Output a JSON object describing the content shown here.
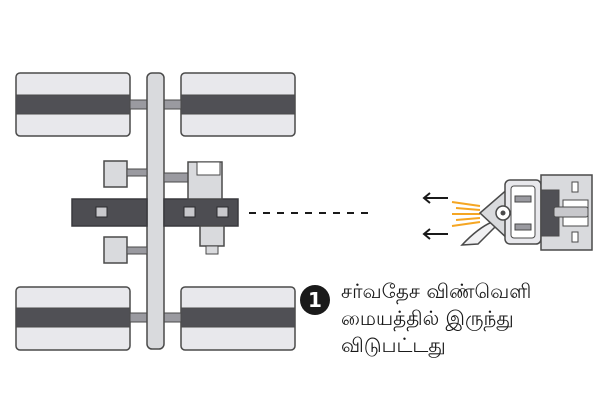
{
  "step": {
    "number": "1",
    "text_lines": [
      "சர்வதேச விண்வெளி",
      "மையத்தில் இருந்து",
      "விடுபட்டது"
    ]
  },
  "colors": {
    "outline": "#4a4a4a",
    "panel_light": "#e8e8ec",
    "panel_dark": "#505055",
    "station_light": "#d9dadd",
    "station_dark": "#4d4d52",
    "plume": "#f5a623",
    "text": "#1a1a1a"
  },
  "icons": [
    "arrow-left-icon",
    "arrow-left-icon",
    "thruster-plume-icon"
  ]
}
